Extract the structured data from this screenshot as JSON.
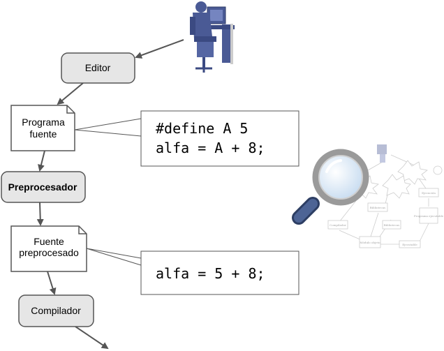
{
  "diagram": {
    "nodes": {
      "editor": "Editor",
      "source_line1": "Programa",
      "source_line2": "fuente",
      "preprocessor": "Preprocesador",
      "preprocessed_line1": "Fuente",
      "preprocessed_line2": "preprocesado",
      "compiler": "Compilador"
    },
    "code_boxes": {
      "source_line1": "#define A 5",
      "source_line2": "alfa = A + 8;",
      "preprocessed_line1": "alfa = 5 + 8;"
    },
    "thumbnail_labels": [
      "Compilador",
      "Bibliotecas",
      "Bibliotecas",
      "Módulo objeto",
      "Ejecutable",
      "Ejecución",
      "Programa ejecutable"
    ]
  },
  "colors": {
    "process_fill": "#e6e6e6",
    "border": "#555555",
    "arrow": "#555555",
    "magnifier_frame": "#999999",
    "magnifier_handle": "#3a4f78",
    "person": "#4a5a95"
  },
  "icons": [
    "person-at-computer-icon",
    "magnifying-glass-icon"
  ]
}
